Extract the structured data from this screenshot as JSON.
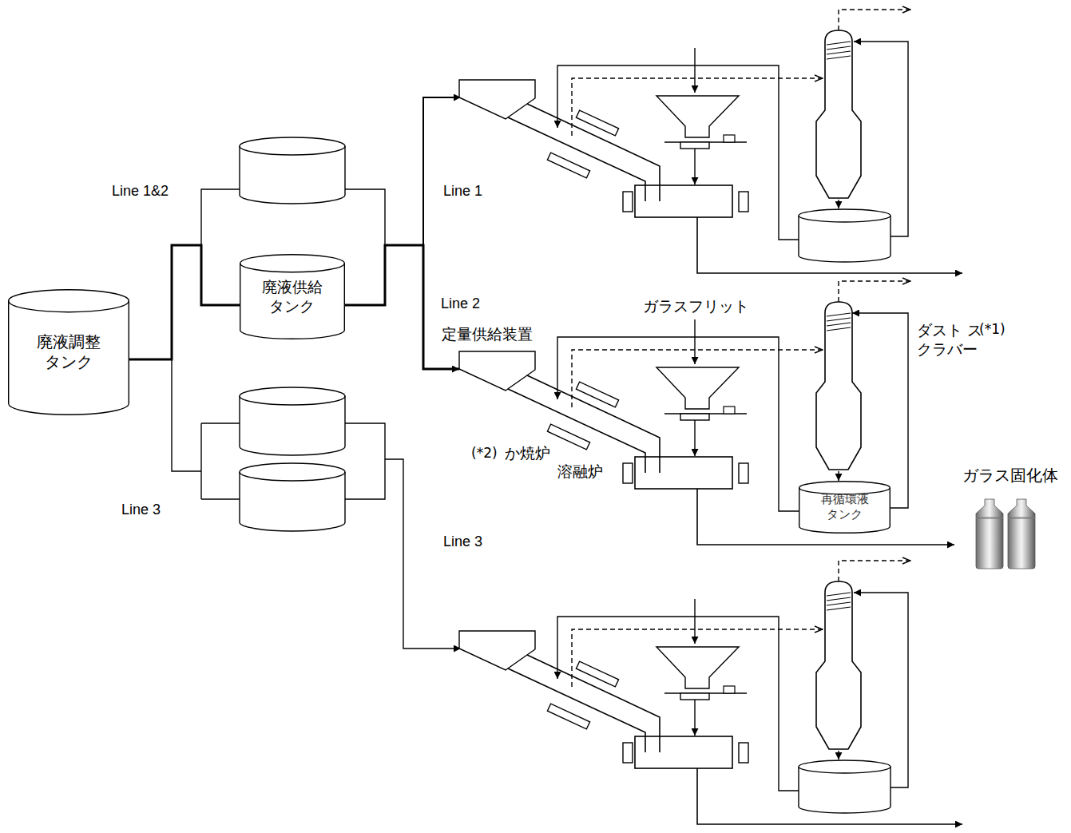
{
  "diagram": {
    "nodes": [
      {
        "text": [
          "廃液調整 タンク"
        ]
      },
      {
        "text": [
          "廃液供給 タンク"
        ]
      },
      {
        "text": [
          "定量供給装置"
        ]
      },
      {
        "text": [
          "溶融炉"
        ]
      },
      {
        "text": [
          "ダスト スクラバー"
        ]
      },
      {
        "text": [
          "再循環液 タンク"
        ]
      },
      {
        "text": [
          "ガラス固化体"
        ]
      }
    ],
    "edges": [
      {
        "from": 0,
        "to": 1,
        "arrow": "none"
      },
      {
        "from": 1,
        "to": 2,
        "arrow": "to"
      },
      {
        "from": 3,
        "to": 6,
        "arrow": "to"
      },
      {
        "from": 4,
        "to": 5,
        "arrow": "to"
      },
      {
        "from": 5,
        "to": 4,
        "arrow": "to"
      }
    ],
    "labels": [
      "Line 1&2",
      "Line 1",
      "Line 2",
      "Line 3",
      "Line 3",
      "ガラスフリット",
      "(*2)",
      "か焼炉",
      "(*1)"
    ]
  }
}
